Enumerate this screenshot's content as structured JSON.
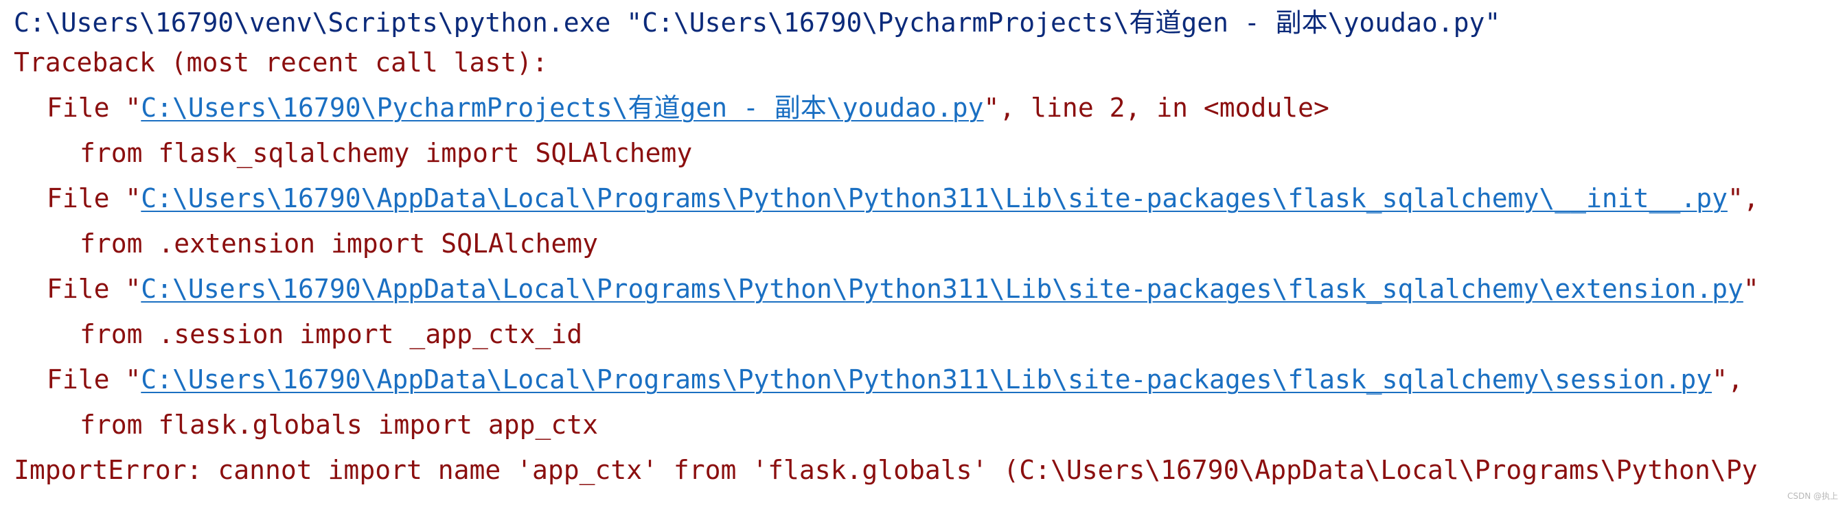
{
  "command": {
    "text": "C:\\Users\\16790\\venv\\Scripts\\python.exe \"C:\\Users\\16790\\PycharmProjects\\有道gen - 副本\\youdao.py\""
  },
  "traceback": {
    "header": "Traceback (most recent call last):",
    "frames": [
      {
        "prefix": "File \"",
        "path": "C:\\Users\\16790\\PycharmProjects\\有道gen - 副本\\youdao.py",
        "suffix": "\", line 2, in <module>",
        "code": "from flask_sqlalchemy import SQLAlchemy"
      },
      {
        "prefix": "File \"",
        "path": "C:\\Users\\16790\\AppData\\Local\\Programs\\Python\\Python311\\Lib\\site-packages\\flask_sqlalchemy\\__init__.py",
        "suffix": "\",",
        "code": "from .extension import SQLAlchemy"
      },
      {
        "prefix": "File \"",
        "path": "C:\\Users\\16790\\AppData\\Local\\Programs\\Python\\Python311\\Lib\\site-packages\\flask_sqlalchemy\\extension.py",
        "suffix": "\"",
        "code": "from .session import _app_ctx_id"
      },
      {
        "prefix": "File \"",
        "path": "C:\\Users\\16790\\AppData\\Local\\Programs\\Python\\Python311\\Lib\\site-packages\\flask_sqlalchemy\\session.py",
        "suffix": "\",",
        "code": "from flask.globals import app_ctx"
      }
    ],
    "error": "ImportError: cannot import name 'app_ctx' from 'flask.globals' (C:\\Users\\16790\\AppData\\Local\\Programs\\Python\\Py"
  },
  "watermark": "CSDN @执上",
  "colors": {
    "command": "#0b2a7a",
    "error": "#8b0f0f",
    "link": "#1a6fc2",
    "background": "#ffffff"
  }
}
